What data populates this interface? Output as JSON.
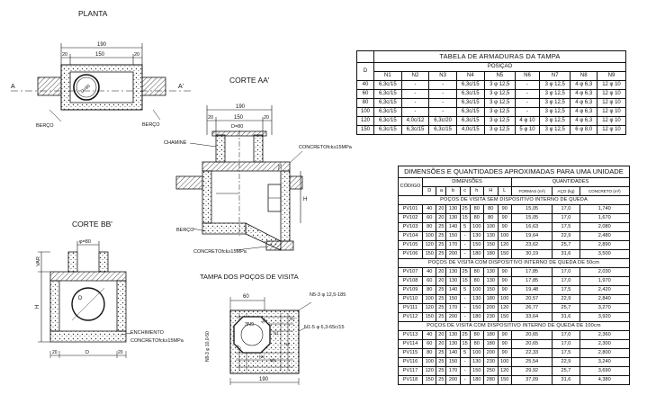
{
  "views": {
    "planta": {
      "title": "PLANTA",
      "dims": [
        "190",
        "20",
        "150",
        "20"
      ],
      "section_marks": [
        "A",
        "A'"
      ],
      "diameter_label": "D=80",
      "berco_left": "BERÇO",
      "berco_right": "BERÇO"
    },
    "corte_aa": {
      "title": "CORTE AA'",
      "dims": [
        "190",
        "20",
        "150",
        "20",
        "D=80"
      ],
      "chamine": "CHAMINÉ",
      "concreto_top": "CONCRETOfck≥15MPa",
      "sc": "SC",
      "h": "H",
      "berco": "BERÇO",
      "concreto_bottom": "CONCRETOfck≥15MPa"
    },
    "corte_bb": {
      "title": "CORTE BB'",
      "top_dim": "φ=80",
      "var": "VAR",
      "h": "H",
      "enchimento": "ENCHIMENTO",
      "concreto": "CONCRETOfck≥15MPa",
      "bottom_dims": [
        "20",
        "D",
        "20"
      ],
      "circle_label": "D"
    },
    "tampa": {
      "title": "TAMPA DOS POÇOS DE VISITA",
      "dim_top": "60",
      "dim_bottom": "190",
      "callout_n5": "N5-3 φ 12,5-185",
      "callout_n1": "N1-5 φ 6,3-65c/15",
      "callout_n9": "N9-3 φ 10,0-50",
      "center_label": "3N9",
      "bar_labels": [
        "N2",
        "N1",
        "N3",
        "N4",
        "N5",
        "N7",
        "N8"
      ]
    }
  },
  "armaduras_table": {
    "title": "TABELA DE ARMADURAS DA TAMPA",
    "d_header": "D",
    "group_header": "POSIÇÃO",
    "columns": [
      "N1",
      "N2",
      "N3",
      "N4",
      "N5",
      "N6",
      "N7",
      "N8",
      "N9"
    ],
    "rows": [
      [
        "40",
        "6,3c/15",
        "-",
        "-",
        "6,3c/15",
        "3 φ 12,5",
        "-",
        "3 φ 12,5",
        "4 φ 6,3",
        "12 φ 10"
      ],
      [
        "60",
        "6,3c/15",
        "-",
        "-",
        "6,3c/15",
        "3 φ 12,5",
        "-",
        "3 φ 12,5",
        "4 φ 6,3",
        "12 φ 10"
      ],
      [
        "80",
        "6,3c/15",
        "-",
        "-",
        "6,3c/15",
        "3 φ 12,5",
        "-",
        "3 φ 12,5",
        "4 φ 6,3",
        "12 φ 10"
      ],
      [
        "100",
        "6,3c/15",
        "-",
        "-",
        "6,3c/15",
        "3 φ 12,5",
        "-",
        "3 φ 12,5",
        "4 φ 6,3",
        "12 φ 10"
      ],
      [
        "120",
        "6,3c/15",
        "4,0c/12",
        "6,3c/20",
        "6,3c/15",
        "3 φ 12,5",
        "4 φ 10",
        "3 φ 12,5",
        "4 φ 6,3",
        "12 φ 10"
      ],
      [
        "150",
        "6,3c/15",
        "6,3c/15",
        "6,3c/15",
        "4,0c/15",
        "3 φ 12,5",
        "5 φ 10",
        "3 φ 12,5",
        "6 φ 8,0",
        "12 φ 10"
      ]
    ]
  },
  "dimensoes_table": {
    "title": "DIMENSÕES E QUANTIDADES APROXIMADAS PARA UMA UNIDADE",
    "codigo_header": "CÓDIGO",
    "dim_group": "DIMENSÕES",
    "qty_group": "QUANTIDADES",
    "dim_columns": [
      "D",
      "a",
      "b",
      "c",
      "h",
      "H",
      "L"
    ],
    "qty_columns": [
      "FORMAS (m²)",
      "AÇO (kg)",
      "CONCRETO (m³)"
    ],
    "sections": [
      {
        "label": "POÇOS DE VISITA SEM DISPOSITIVO INTERNO DE QUEDA",
        "rows": [
          [
            "PV101",
            "40",
            "20",
            "130",
            "25",
            "80",
            "80",
            "90",
            "15,05",
            "17,0",
            "1,740"
          ],
          [
            "PV102",
            "60",
            "20",
            "130",
            "15",
            "80",
            "80",
            "90",
            "15,05",
            "17,0",
            "1,670"
          ],
          [
            "PV103",
            "80",
            "25",
            "140",
            "5",
            "100",
            "100",
            "90",
            "16,63",
            "17,5",
            "2,080"
          ],
          [
            "PV104",
            "100",
            "25",
            "150",
            "-",
            "130",
            "130",
            "100",
            "19,64",
            "22,9",
            "2,480"
          ],
          [
            "PV105",
            "120",
            "25",
            "170",
            "-",
            "150",
            "150",
            "120",
            "23,62",
            "25,7",
            "2,890"
          ],
          [
            "PV106",
            "150",
            "25",
            "200",
            "-",
            "180",
            "180",
            "150",
            "30,19",
            "31,6",
            "3,500"
          ]
        ]
      },
      {
        "label": "POÇOS DE VISITA COM DISPOSITIVO INTERNO DE QUEDA DE 50cm",
        "rows": [
          [
            "PV107",
            "40",
            "20",
            "130",
            "25",
            "80",
            "130",
            "90",
            "17,85",
            "17,0",
            "2,030"
          ],
          [
            "PV108",
            "60",
            "20",
            "130",
            "15",
            "80",
            "130",
            "90",
            "17,85",
            "17,0",
            "1,970"
          ],
          [
            "PV109",
            "80",
            "25",
            "140",
            "5",
            "100",
            "150",
            "90",
            "19,48",
            "17,5",
            "2,420"
          ],
          [
            "PV110",
            "100",
            "25",
            "150",
            "-",
            "130",
            "180",
            "100",
            "20,57",
            "22,9",
            "2,840"
          ],
          [
            "PV111",
            "120",
            "25",
            "170",
            "-",
            "150",
            "200",
            "120",
            "26,77",
            "25,7",
            "3,270"
          ],
          [
            "PV112",
            "150",
            "25",
            "200",
            "-",
            "180",
            "230",
            "150",
            "33,64",
            "31,6",
            "3,920"
          ]
        ]
      },
      {
        "label": "POÇOS DE VISITA COM DISPOSITIVO INTERNO DE QUEDA DE 100cm",
        "rows": [
          [
            "PV113",
            "40",
            "20",
            "130",
            "25",
            "80",
            "180",
            "90",
            "20,65",
            "17,0",
            "2,360"
          ],
          [
            "PV114",
            "60",
            "20",
            "130",
            "15",
            "80",
            "180",
            "90",
            "20,65",
            "17,0",
            "2,300"
          ],
          [
            "PV115",
            "80",
            "25",
            "140",
            "5",
            "100",
            "200",
            "90",
            "22,33",
            "17,5",
            "2,800"
          ],
          [
            "PV116",
            "100",
            "25",
            "150",
            "-",
            "130",
            "230",
            "100",
            "25,54",
            "22,9",
            "3,240"
          ],
          [
            "PV117",
            "120",
            "25",
            "170",
            "-",
            "150",
            "250",
            "120",
            "29,92",
            "25,7",
            "3,690"
          ],
          [
            "PV118",
            "150",
            "25",
            "200",
            "-",
            "180",
            "280",
            "150",
            "37,09",
            "31,6",
            "4,380"
          ]
        ]
      }
    ]
  }
}
